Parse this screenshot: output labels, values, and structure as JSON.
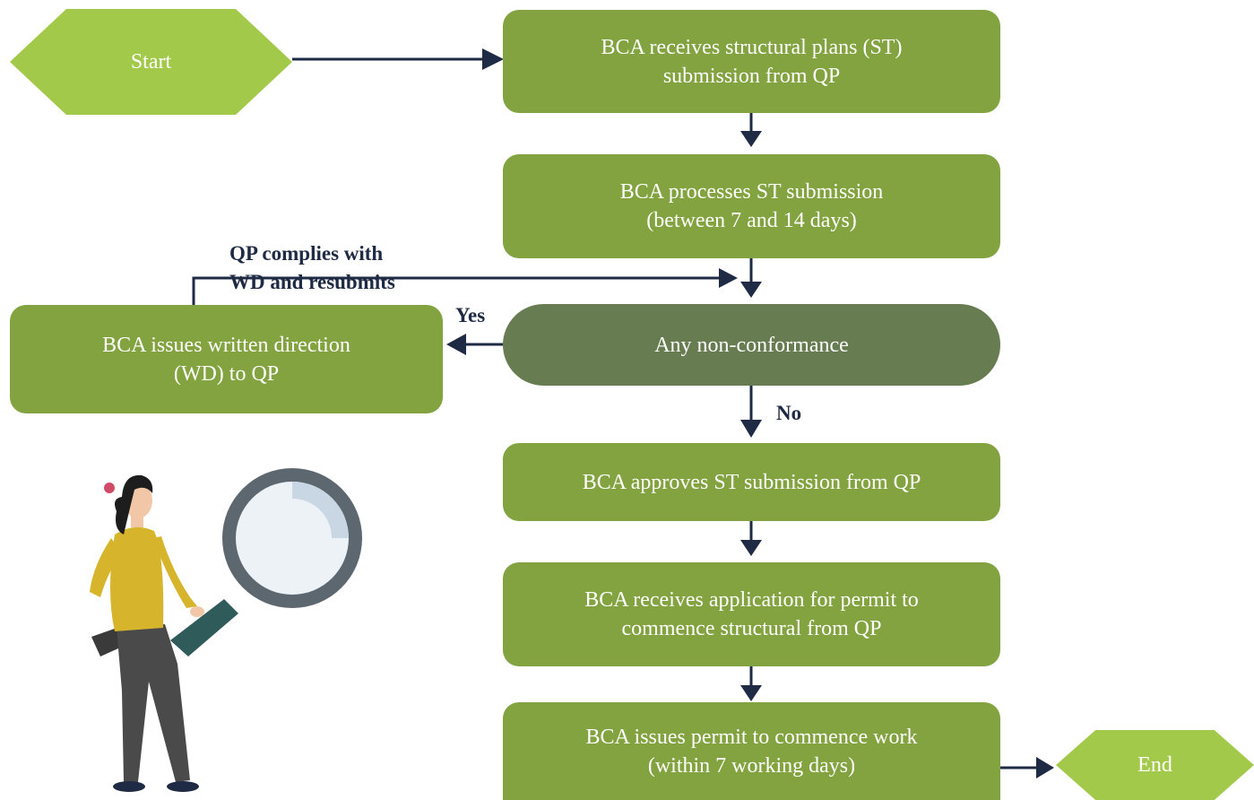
{
  "colors": {
    "box_green": "#82a340",
    "decision_green": "#677c50",
    "terminal_green": "#a3c94a",
    "arrow_navy": "#1f2a44",
    "text_white": "#ffffff"
  },
  "terminals": {
    "start": "Start",
    "end": "End"
  },
  "steps": {
    "receive_st": "BCA receives structural plans (ST)\nsubmission from QP",
    "process_st": "BCA processes ST submission\n(between 7 and 14 days)",
    "decision": "Any non-conformance",
    "written_direction": "BCA issues written direction\n(WD) to QP",
    "approve_st": "BCA approves ST submission from QP",
    "receive_permit_app": "BCA receives application for permit to\ncommence structural from QP",
    "issue_permit": "BCA issues permit to commence work\n(within 7 working days)"
  },
  "labels": {
    "resubmit": "QP complies with\nWD and resubmits",
    "yes": "Yes",
    "no": "No"
  },
  "illustration": {
    "description_icon": "woman-with-magnifying-glass-illustration"
  }
}
